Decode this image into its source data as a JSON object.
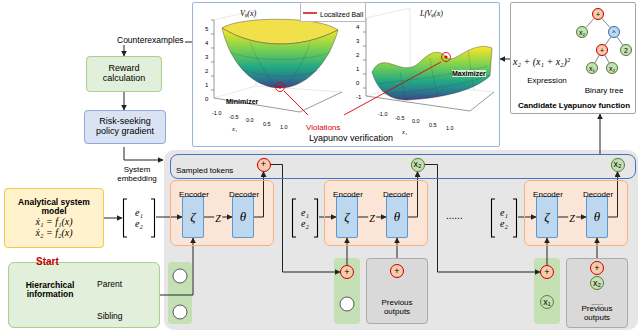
{
  "diagram": {
    "nodes": [
      {
        "text": [
          "Lyapunov verification"
        ]
      },
      {
        "text": [
          "x₂ + (x₁ + x₂)²",
          "Expression",
          "Binary tree",
          "Candidate Lyapunov function"
        ]
      },
      {
        "text": [
          "+"
        ],
        "in": 1
      },
      {
        "text": [
          "x₂"
        ],
        "in": 1
      },
      {
        "text": [
          "^"
        ],
        "in": 1
      },
      {
        "text": [
          "+"
        ],
        "in": 1
      },
      {
        "text": [
          "2"
        ],
        "in": 1
      },
      {
        "text": [
          "x₁"
        ],
        "in": 1
      },
      {
        "text": [
          "x₂"
        ],
        "in": 1
      },
      {
        "text": [
          "Reward calculation"
        ]
      },
      {
        "text": [
          "Risk-seeking policy gradient"
        ]
      },
      {
        "text": [
          "Sampled tokens"
        ]
      },
      {
        "text": [
          "+"
        ],
        "in": 11
      },
      {
        "text": [
          "x₂"
        ],
        "in": 11
      },
      {
        "text": [
          "x₂"
        ],
        "in": 11
      },
      {
        "text": [
          "Analytical system model",
          "ẋ₁ = f₁(x)",
          "ẋ₂ = f₂(x)"
        ]
      },
      {
        "text": [
          "e₁",
          "e₂"
        ]
      },
      {
        "text": [
          "Encoder",
          "Decoder"
        ]
      },
      {
        "text": [
          "ζ"
        ],
        "in": 17
      },
      {
        "text": [
          "θ"
        ],
        "in": 17
      },
      {
        "text": [
          "e₁",
          "e₂"
        ]
      },
      {
        "text": [
          "Encoder",
          "Decoder"
        ]
      },
      {
        "text": [
          "ζ"
        ],
        "in": 21
      },
      {
        "text": [
          "θ"
        ],
        "in": 21
      },
      {
        "text": [
          "e₁",
          "e₂"
        ]
      },
      {
        "text": [
          "Encoder",
          "Decoder"
        ]
      },
      {
        "text": [
          "ζ"
        ],
        "in": 25
      },
      {
        "text": [
          "θ"
        ],
        "in": 25
      },
      {
        "text": [
          "Hierarchical information",
          "Parent",
          "Sibling"
        ]
      },
      {
        "text": [
          "+"
        ]
      },
      {
        "text": [
          "Previous outputs"
        ]
      },
      {
        "text": [
          "+"
        ],
        "in": 30
      },
      {
        "text": [
          "+"
        ]
      },
      {
        "text": [
          "x₁"
        ]
      },
      {
        "text": [
          "Previous outputs"
        ]
      },
      {
        "text": [
          "+"
        ],
        "in": 34
      },
      {
        "text": [
          "x₂"
        ],
        "in": 34
      }
    ],
    "edges": [
      {
        "from": 1,
        "to": 0,
        "arrow": "to"
      },
      {
        "from": 0,
        "to": 9,
        "arrow": "to",
        "label": "Counterexamples"
      },
      {
        "from": 9,
        "to": 10,
        "arrow": "to"
      },
      {
        "from": 11,
        "to": 1,
        "arrow": "to"
      },
      {
        "from": 2,
        "to": 3,
        "arrow": "none"
      },
      {
        "from": 2,
        "to": 4,
        "arrow": "none"
      },
      {
        "from": 4,
        "to": 5,
        "arrow": "none"
      },
      {
        "from": 4,
        "to": 6,
        "arrow": "none"
      },
      {
        "from": 5,
        "to": 7,
        "arrow": "none"
      },
      {
        "from": 5,
        "to": 8,
        "arrow": "none"
      },
      {
        "from": 15,
        "to": 16,
        "arrow": "to"
      },
      {
        "from": 16,
        "to": 18,
        "arrow": "to"
      },
      {
        "from": 18,
        "to": 19,
        "arrow": "to",
        "label": "Z"
      },
      {
        "from": 19,
        "to": 12,
        "arrow": "to"
      },
      {
        "from": 28,
        "to": 18,
        "arrow": "to"
      },
      {
        "from": 20,
        "to": 22,
        "arrow": "to"
      },
      {
        "from": 22,
        "to": 23,
        "arrow": "to",
        "label": "Z"
      },
      {
        "from": 23,
        "to": 13,
        "arrow": "to"
      },
      {
        "from": 24,
        "to": 26,
        "arrow": "to"
      },
      {
        "from": 26,
        "to": 27,
        "arrow": "to",
        "label": "Z"
      },
      {
        "from": 27,
        "to": 14,
        "arrow": "to"
      },
      {
        "from": 29,
        "to": 22,
        "arrow": "to"
      },
      {
        "from": 30,
        "to": 23,
        "arrow": "to"
      },
      {
        "from": 32,
        "to": 26,
        "arrow": "to"
      },
      {
        "from": 34,
        "to": 27,
        "arrow": "to"
      },
      {
        "from": 12,
        "to": 29,
        "arrow": "to"
      },
      {
        "from": 13,
        "to": 32,
        "arrow": "to"
      }
    ],
    "labels": [
      "Vᵩ(x)",
      "LfVᵩ(x)",
      "5",
      "4",
      "3",
      "2",
      "1",
      "0",
      "-1.0",
      "-0.5",
      "0.0",
      "0.5",
      "1.0",
      "x₁",
      "Minimizer",
      "4",
      "3",
      "2",
      "1",
      "0",
      "-1",
      "-1.0",
      "-0.5",
      "0.0",
      "0.5",
      "1.0",
      "x₁",
      "Maximizer",
      "Violations",
      "System embedding",
      "Start",
      "......",
      "......"
    ],
    "legend": [
      {
        "text": "Localized Ball"
      }
    ]
  }
}
